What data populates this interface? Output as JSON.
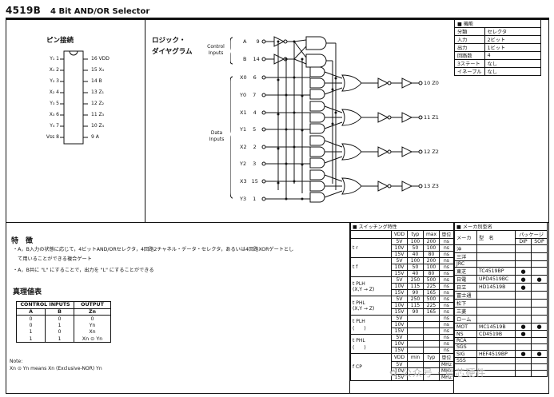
{
  "header": {
    "part": "4519B",
    "title": "4 Bit AND/OR Selector"
  },
  "pinout": {
    "title": "ピン接続",
    "left_pins": [
      "Y₁ 1",
      "X₁ 2",
      "Y₂ 3",
      "X₂ 4",
      "Y₃ 5",
      "X₃ 6",
      "Y₄ 7",
      "Vss 8"
    ],
    "right_pins": [
      "16 VDD",
      "15 X₄",
      "14 B",
      "13 Z₁",
      "12 Z₂",
      "11 Z₃",
      "10 Z₄",
      "9 A"
    ]
  },
  "logic": {
    "title_line1": "ロジック・",
    "title_line2": "ダイヤグラム",
    "control_label_1": "Control",
    "control_label_2": "Inputs",
    "data_label_1": "Data",
    "data_label_2": "Inputs",
    "inputs": [
      {
        "name": "A",
        "pin": "9"
      },
      {
        "name": "B",
        "pin": "14"
      },
      {
        "name": "X0",
        "pin": "6"
      },
      {
        "name": "Y0",
        "pin": "7"
      },
      {
        "name": "X1",
        "pin": "4"
      },
      {
        "name": "Y1",
        "pin": "5"
      },
      {
        "name": "X2",
        "pin": "2"
      },
      {
        "name": "Y2",
        "pin": "3"
      },
      {
        "name": "X3",
        "pin": "15"
      },
      {
        "name": "Y3",
        "pin": "1"
      }
    ],
    "outputs": [
      {
        "pin": "10",
        "name": "Z0"
      },
      {
        "pin": "11",
        "name": "Z1"
      },
      {
        "pin": "12",
        "name": "Z2"
      },
      {
        "pin": "13",
        "name": "Z3"
      }
    ]
  },
  "functions": {
    "header": "■ 機能",
    "rows": [
      [
        "分類",
        "セレクタ"
      ],
      [
        "入力",
        "2ビット"
      ],
      [
        "出力",
        "1ビット"
      ],
      [
        "回路数",
        "4"
      ],
      [
        "3ステート",
        "なし"
      ],
      [
        "イネーブル",
        "なし"
      ]
    ]
  },
  "features": {
    "title": "特　徴",
    "line1": "・A，B入力の状態に応じて，4ビットAND/ORセレクタ，4回路2チャネル・データ・セレクタ，あるいは4回路XORゲートとし",
    "line2": "　て用いることができる複合ゲート",
    "line3": "・A，B共に \"L\" にすることで，出力を \"L\" にすることができる"
  },
  "truth_table": {
    "title": "真理値表",
    "h_control": "CONTROL INPUTS",
    "h_output": "OUTPUT",
    "h_a": "A",
    "h_b": "B",
    "h_z": "Zn",
    "rows": [
      [
        "0",
        "0",
        "0"
      ],
      [
        "0",
        "1",
        "Yn"
      ],
      [
        "1",
        "0",
        "Xn"
      ],
      [
        "1",
        "1",
        "Xn ⊙ Yn"
      ]
    ],
    "note_title": "Note:",
    "note_text": "Xn ⊙ Yn means Xn (Exclusive-NOR) Yn"
  },
  "switching": {
    "header": "■ スイッチング特性",
    "h_vdd": "VDD",
    "h_typ": "typ",
    "h_max": "max",
    "h_unit": "単位",
    "groups": [
      {
        "param": "t r",
        "rows": [
          [
            "5V",
            "100",
            "200",
            "ns"
          ],
          [
            "10V",
            "50",
            "100",
            "ns"
          ],
          [
            "15V",
            "40",
            "80",
            "ns"
          ]
        ]
      },
      {
        "param": "t f",
        "rows": [
          [
            "5V",
            "100",
            "200",
            "ns"
          ],
          [
            "10V",
            "50",
            "100",
            "ns"
          ],
          [
            "15V",
            "40",
            "80",
            "ns"
          ]
        ]
      },
      {
        "param": "t PLH",
        "param2": "(X,Y → Z)",
        "rows": [
          [
            "5V",
            "250",
            "500",
            "ns"
          ],
          [
            "10V",
            "115",
            "225",
            "ns"
          ],
          [
            "15V",
            "90",
            "165",
            "ns"
          ]
        ]
      },
      {
        "param": "t PHL",
        "param2": "(X,Y → Z)",
        "rows": [
          [
            "5V",
            "250",
            "500",
            "ns"
          ],
          [
            "10V",
            "115",
            "225",
            "ns"
          ],
          [
            "15V",
            "90",
            "165",
            "ns"
          ]
        ]
      },
      {
        "param": "t PLH",
        "param2": "(　　)",
        "rows": [
          [
            "5V",
            "",
            "",
            "ns"
          ],
          [
            "10V",
            "",
            "",
            "ns"
          ],
          [
            "15V",
            "",
            "",
            "ns"
          ]
        ]
      },
      {
        "param": "t PHL",
        "param2": "(　　)",
        "rows": [
          [
            "5V",
            "",
            "",
            "ns"
          ],
          [
            "10V",
            "",
            "",
            "ns"
          ],
          [
            "15V",
            "",
            "",
            "ns"
          ]
        ]
      }
    ],
    "fcp": {
      "param": "f CP",
      "h_min": "min",
      "h_typ": "typ",
      "h_unit": "単位",
      "rows": [
        [
          "5V",
          "MHz"
        ],
        [
          "10V",
          "MHz"
        ],
        [
          "15V",
          "MHz"
        ]
      ]
    }
  },
  "makers": {
    "header": "■ メーカ別型名",
    "h_maker": "メーカ",
    "h_model": "型　名",
    "h_package": "パッケージ",
    "h_dip": "DIP",
    "h_sop": "SOP",
    "rows": [
      {
        "maker": "沖",
        "model": "",
        "dip": "",
        "sop": ""
      },
      {
        "maker": "三洋",
        "model": "",
        "dip": "",
        "sop": ""
      },
      {
        "maker": "JRC",
        "model": "",
        "dip": "",
        "sop": ""
      },
      {
        "maker": "東芝",
        "model": "TC4519BP",
        "dip": "●",
        "sop": ""
      },
      {
        "maker": "日電",
        "model": "UPD4519BC",
        "dip": "●",
        "sop": "●"
      },
      {
        "maker": "日立",
        "model": "HD14519B",
        "dip": "●",
        "sop": ""
      },
      {
        "maker": "富士通",
        "model": "",
        "dip": "",
        "sop": ""
      },
      {
        "maker": "松下",
        "model": "",
        "dip": "",
        "sop": ""
      },
      {
        "maker": "三菱",
        "model": "",
        "dip": "",
        "sop": ""
      },
      {
        "maker": "ローム",
        "model": "",
        "dip": "",
        "sop": ""
      },
      {
        "maker": "MOT",
        "model": "MC14519B",
        "dip": "●",
        "sop": "●"
      },
      {
        "maker": "NS",
        "model": "CD4519B",
        "dip": "●",
        "sop": ""
      },
      {
        "maker": "RCA",
        "model": "",
        "dip": "",
        "sop": ""
      },
      {
        "maker": "SGS",
        "model": "",
        "dip": "",
        "sop": ""
      },
      {
        "maker": "SIG",
        "model": "HEF4519BP",
        "dip": "●",
        "sop": "●"
      },
      {
        "maker": "SSS",
        "model": "",
        "dip": "",
        "sop": ""
      },
      {
        "maker": "",
        "model": "",
        "dip": "",
        "sop": ""
      },
      {
        "maker": "",
        "model": "",
        "dip": "",
        "sop": ""
      }
    ]
  },
  "watermark": "公众号 · 启芯硬件"
}
